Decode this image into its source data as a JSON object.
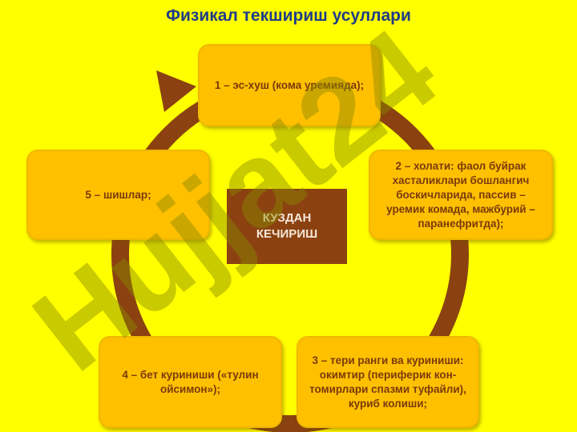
{
  "title": "Физикал текшириш усуллари",
  "center": {
    "line1": "КУЗДАН",
    "line2": "КЕЧИРИШ"
  },
  "steps": [
    "1 – эс-хуш (кома уремияда);",
    "2 – холати: фаол буйрак хасталиклари бошлангич боскичларида, пассив – уремик комада,  мажбурий – паранефритда);",
    "3 – тери ранги ва куриниши: окимтир (периферик кон-томирлари спазми туфайли), куриб колиши;",
    "4 –  бет куриниши  («тулин ойсимон»);",
    "5 – шишлар;"
  ],
  "watermark": "Hujjat24",
  "colors": {
    "background": "#ffff00",
    "box": "#ffc000",
    "ring": "#8b4210",
    "title": "#1f3c88",
    "text": "#7a3a0a"
  }
}
